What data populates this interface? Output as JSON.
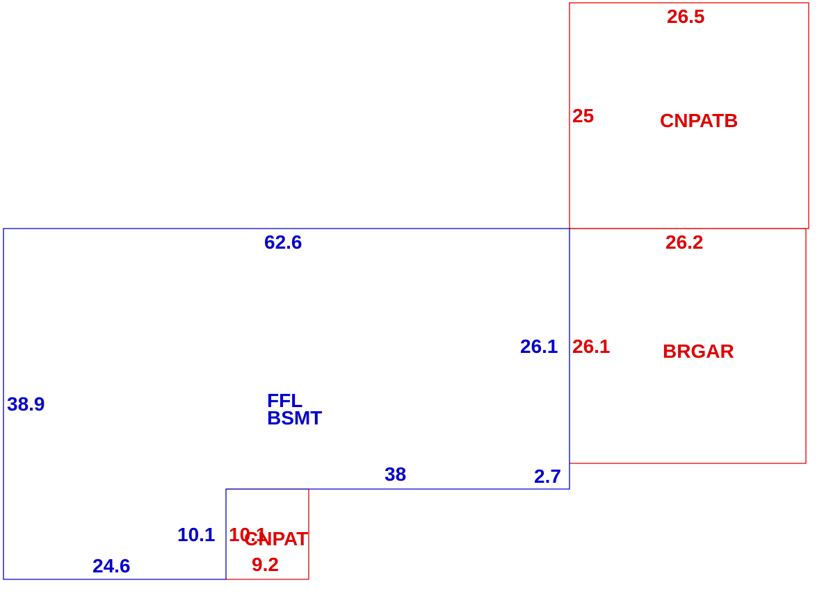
{
  "colors": {
    "main": "#0000cc",
    "attached": "#e00000",
    "background": "#ffffff"
  },
  "main_area": {
    "line1": "FFL",
    "line2": "BSMT",
    "dims": {
      "top": "62.6",
      "left": "38.9",
      "right_upper": "26.1",
      "step_top": "38",
      "step_right": "2.7",
      "notch_left": "10.1",
      "bottom": "24.6"
    }
  },
  "patio_top": {
    "label": "CNPATB",
    "dims": {
      "top": "26.5",
      "left": "25"
    }
  },
  "garage": {
    "label": "BRGAR",
    "dims": {
      "top": "26.2",
      "left": "26.1"
    }
  },
  "patio_small": {
    "label": "CNPAT",
    "dims": {
      "left": "10.1",
      "bottom": "9.2"
    }
  }
}
